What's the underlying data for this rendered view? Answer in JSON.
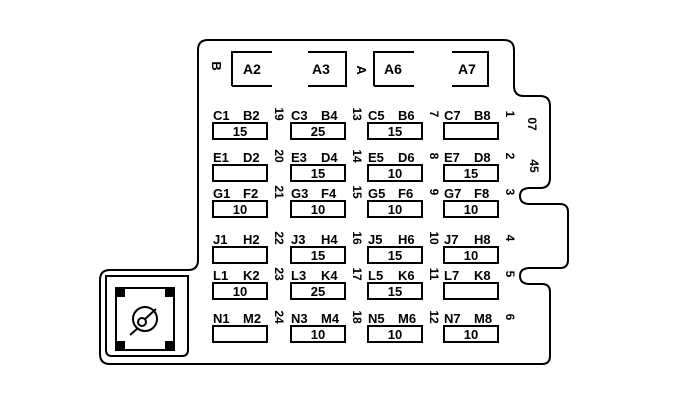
{
  "relays": {
    "a2": "A2",
    "a3": "A3",
    "a6": "A6",
    "a7": "A7",
    "b_label": "B",
    "a_label": "A"
  },
  "fuse_rows": [
    {
      "row": 1,
      "cells": [
        {
          "left": "C1",
          "right": "B2",
          "num": "19",
          "amp": "15"
        },
        {
          "left": "C3",
          "right": "B4",
          "num": "13",
          "amp": "25"
        },
        {
          "left": "C5",
          "right": "B6",
          "num": "7",
          "amp": "15"
        },
        {
          "left": "C7",
          "right": "B8",
          "num": "1",
          "amp": ""
        }
      ]
    },
    {
      "row": 2,
      "cells": [
        {
          "left": "E1",
          "right": "D2",
          "num": "20",
          "amp": ""
        },
        {
          "left": "E3",
          "right": "D4",
          "num": "14",
          "amp": "15"
        },
        {
          "left": "E5",
          "right": "D6",
          "num": "8",
          "amp": "10"
        },
        {
          "left": "E7",
          "right": "D8",
          "num": "2",
          "amp": "15"
        }
      ]
    },
    {
      "row": 3,
      "cells": [
        {
          "left": "G1",
          "right": "F2",
          "num": "21",
          "amp": "10"
        },
        {
          "left": "G3",
          "right": "F4",
          "num": "15",
          "amp": "10"
        },
        {
          "left": "G5",
          "right": "F6",
          "num": "9",
          "amp": "10"
        },
        {
          "left": "G7",
          "right": "F8",
          "num": "3",
          "amp": "10"
        }
      ]
    },
    {
      "row": 4,
      "cells": [
        {
          "left": "J1",
          "right": "H2",
          "num": "22",
          "amp": ""
        },
        {
          "left": "J3",
          "right": "H4",
          "num": "16",
          "amp": "15"
        },
        {
          "left": "J5",
          "right": "H6",
          "num": "10",
          "amp": "15"
        },
        {
          "left": "J7",
          "right": "H8",
          "num": "4",
          "amp": "10"
        }
      ]
    },
    {
      "row": 5,
      "cells": [
        {
          "left": "L1",
          "right": "K2",
          "num": "23",
          "amp": "10"
        },
        {
          "left": "L3",
          "right": "K4",
          "num": "17",
          "amp": "25"
        },
        {
          "left": "L5",
          "right": "K6",
          "num": "11",
          "amp": "15"
        },
        {
          "left": "L7",
          "right": "K8",
          "num": "5",
          "amp": ""
        }
      ]
    },
    {
      "row": 6,
      "cells": [
        {
          "left": "N1",
          "right": "M2",
          "num": "24",
          "amp": ""
        },
        {
          "left": "N3",
          "right": "M4",
          "num": "18",
          "amp": "10"
        },
        {
          "left": "N5",
          "right": "M6",
          "num": "12",
          "amp": "10"
        },
        {
          "left": "N7",
          "right": "M8",
          "num": "6",
          "amp": "10"
        }
      ]
    }
  ],
  "side_labels": {
    "top": "07",
    "middle": "45"
  },
  "icons": {
    "connector": "connector-socket-icon"
  }
}
